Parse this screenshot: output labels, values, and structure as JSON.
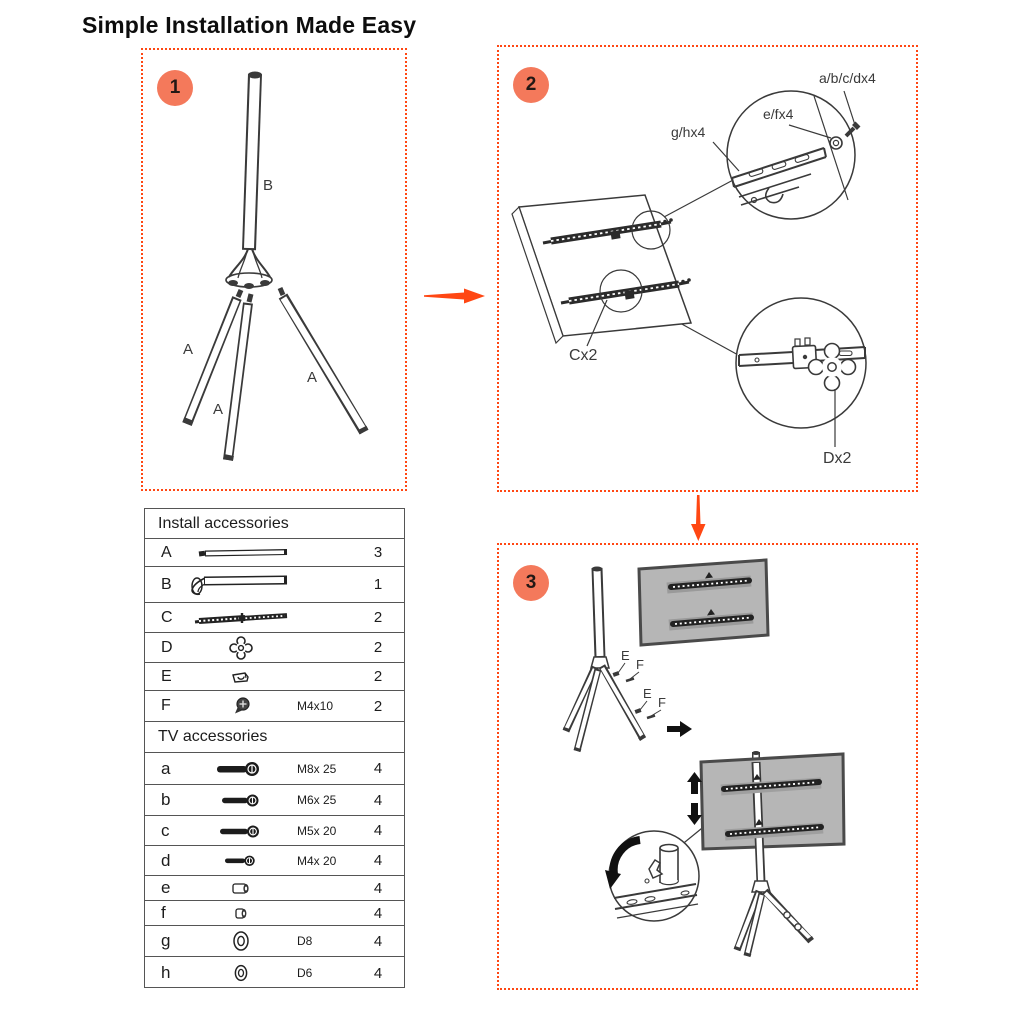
{
  "page": {
    "title": "Simple Installation Made Easy"
  },
  "colors": {
    "accent_dotted_border": "#FF4713",
    "step_badge": "#F4795B",
    "badge_number": "#231815",
    "line_art": "#3a3a3a",
    "tv_panel_gray": "#b6b6b6",
    "rail_dark": "#222222",
    "black_arrow": "#111111"
  },
  "steps": [
    {
      "number": "1",
      "labels": {
        "pole": "B",
        "leg1": "A",
        "leg2": "A",
        "leg3": "A"
      }
    },
    {
      "number": "2",
      "labels": {
        "abcd": "a/b/c/dx4",
        "ef": "e/fx4",
        "gh": "g/hx4",
        "c": "Cx2",
        "d": "Dx2"
      }
    },
    {
      "number": "3",
      "labels": {
        "e1": "E",
        "f1": "F",
        "e2": "E",
        "f2": "F"
      }
    }
  ],
  "parts": {
    "install": {
      "header": "Install accessories",
      "rows": [
        {
          "label": "A",
          "icon": "rod-icon",
          "size": "",
          "qty": "3"
        },
        {
          "label": "B",
          "icon": "pole-icon",
          "size": "",
          "qty": "1"
        },
        {
          "label": "C",
          "icon": "bracket-rail-icon",
          "size": "",
          "qty": "2"
        },
        {
          "label": "D",
          "icon": "knob-icon",
          "size": "",
          "qty": "2"
        },
        {
          "label": "E",
          "icon": "clip-icon",
          "size": "",
          "qty": "2"
        },
        {
          "label": "F",
          "icon": "screw-icon",
          "size": "M4x10",
          "qty": "2"
        }
      ]
    },
    "tv": {
      "header": "TV accessories",
      "rows": [
        {
          "label": "a",
          "icon": "bolt-large-icon",
          "size": "M8x 25",
          "qty": "4"
        },
        {
          "label": "b",
          "icon": "bolt-medium-icon",
          "size": "M6x 25",
          "qty": "4"
        },
        {
          "label": "c",
          "icon": "bolt-medium-icon",
          "size": "M5x 20",
          "qty": "4"
        },
        {
          "label": "d",
          "icon": "bolt-small-icon",
          "size": "M4x 20",
          "qty": "4"
        },
        {
          "label": "e",
          "icon": "spacer-long-icon",
          "size": "",
          "qty": "4"
        },
        {
          "label": "f",
          "icon": "spacer-short-icon",
          "size": "",
          "qty": "4"
        },
        {
          "label": "g",
          "icon": "washer-large-icon",
          "size": "D8",
          "qty": "4"
        },
        {
          "label": "h",
          "icon": "washer-small-icon",
          "size": "D6",
          "qty": "4"
        }
      ]
    }
  }
}
